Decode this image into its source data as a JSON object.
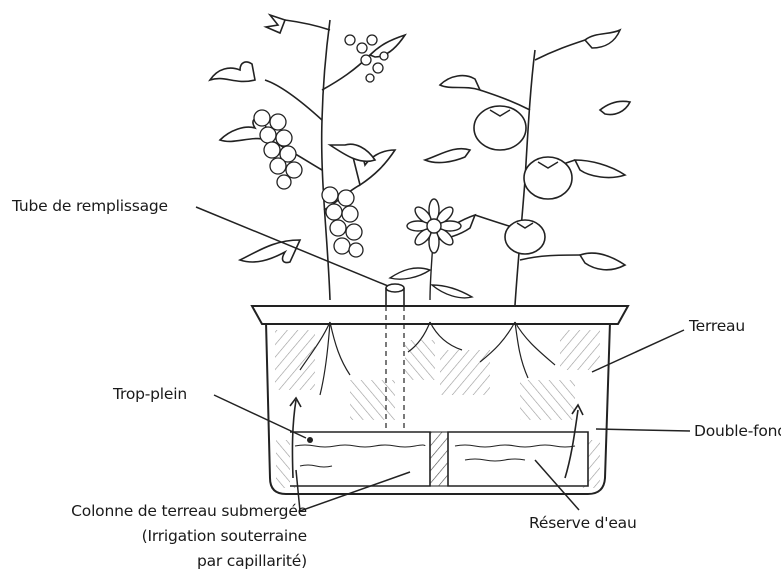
{
  "diagram": {
    "labels": {
      "tube": "Tube de remplissage",
      "terreau": "Terreau",
      "trop_plein": "Trop-plein",
      "double_fond": "Double-fond",
      "colonne_line1": "Colonne de terreau submergée",
      "colonne_line2": "(Irrigation souterraine",
      "colonne_line3": "par capillarité)",
      "reserve": "Réserve d'eau"
    }
  }
}
